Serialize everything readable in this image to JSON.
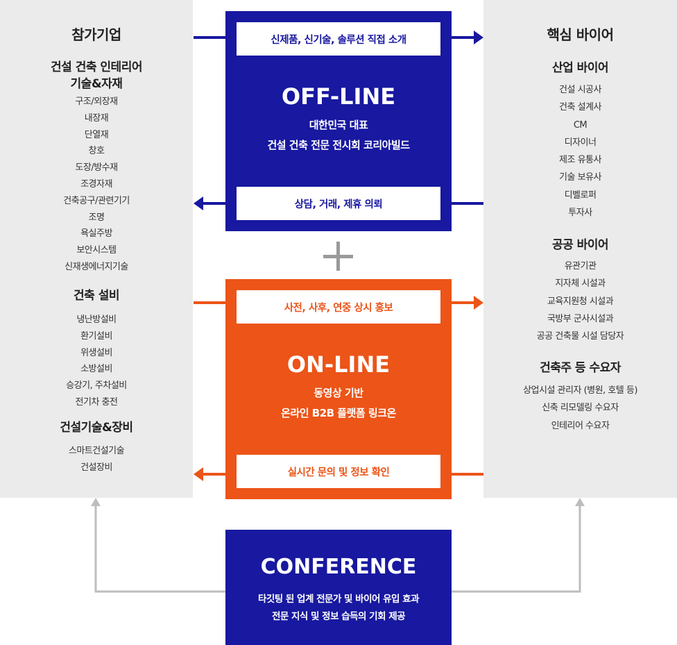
{
  "left": {
    "title": "참가기업",
    "group1_title_line1": "건설 건축 인테리어",
    "group1_title_line2": "기술&자재",
    "group1_items": [
      "구조/외장재",
      "내장재",
      "단열재",
      "창호",
      "도장/방수재",
      "조경자재",
      "건축공구/관련기기",
      "조명",
      "욕실주방",
      "보안시스템",
      "신재생에너지기술"
    ],
    "group2_title": "건축 설비",
    "group2_items": [
      "냉난방설비",
      "환기설비",
      "위생설비",
      "소방설비",
      "승강기, 주차설비",
      "전기차 충전"
    ],
    "group3_title": "건설기술&장비",
    "group3_items": [
      "스마트건설기술",
      "건설장비"
    ]
  },
  "right": {
    "title": "핵심 바이어",
    "group1_title": "산업 바이어",
    "group1_items": [
      "건설 시공사",
      "건축 설계사",
      "CM",
      "디자이너",
      "제조 유통사",
      "기술 보유사",
      "디벨로퍼",
      "투자사"
    ],
    "group2_title": "공공 바이어",
    "group2_items": [
      "유관기관",
      "지자체 시설과",
      "교육지원청 시설과",
      "국방부 군사시설과",
      "공공 건축물 시설 담당자"
    ],
    "group3_title": "건축주 등 수요자",
    "group3_items": [
      "상업시설 관리자 (병원, 호텔 등)",
      "신축 리모델링 수요자",
      "인테리어 수요자"
    ]
  },
  "offline": {
    "top_label": "신제품, 신기술, 솔루션 직접 소개",
    "title": "OFF-LINE",
    "line1": "대한민국 대표",
    "line2": "건설 건축 전문 전시회 코리아빌드",
    "bottom_label": "상담, 거래, 제휴 의뢰"
  },
  "online": {
    "top_label": "사전, 사후, 연중 상시 홍보",
    "title": "ON-LINE",
    "line1": "동영상 기반",
    "line2": "온라인 B2B 플랫폼 링크온",
    "bottom_label": "실시간 문의 및 정보 확인"
  },
  "conference": {
    "title": "CONFERENCE",
    "line1": "타깃팅 된 업계 전문가 및 바이어 유입 효과",
    "line2": "전문 지식 및 정보 습득의 기회 제공"
  },
  "colors": {
    "navy": "#1818a0",
    "orange": "#ec5418",
    "panel": "#ebebeb",
    "connector": "#bdbdbd",
    "plus": "#9a9a9a"
  }
}
